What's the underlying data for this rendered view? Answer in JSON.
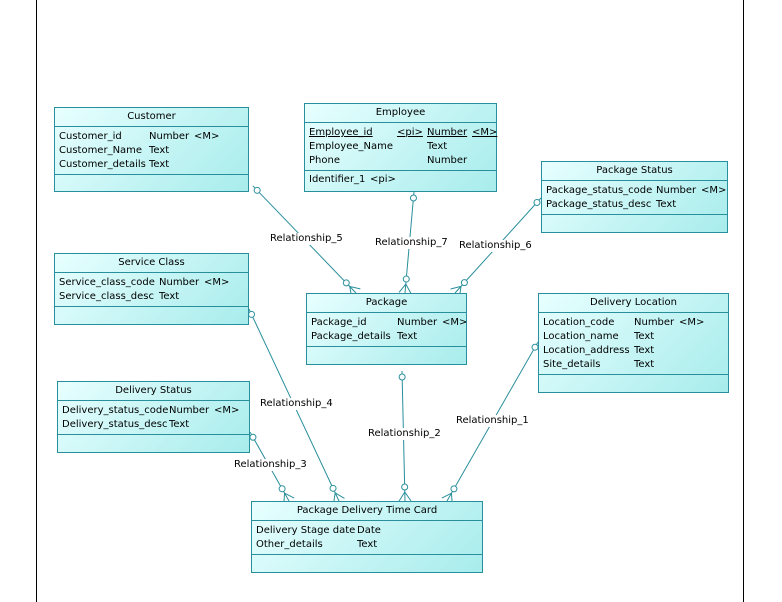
{
  "entities": {
    "customer": {
      "title": "Customer",
      "rows": [
        {
          "name": "Customer_id",
          "type": "Number",
          "tag": "<M>"
        },
        {
          "name": "Customer_Name",
          "type": "Text",
          "tag": ""
        },
        {
          "name": "Customer_details",
          "type": "Text",
          "tag": ""
        }
      ]
    },
    "employee": {
      "title": "Employee",
      "rows": [
        {
          "name": "Employee_id",
          "key": "<pi>",
          "type": "Number",
          "tag": "<M>"
        },
        {
          "name": "Employee_Name",
          "key": "",
          "type": "Text",
          "tag": ""
        },
        {
          "name": "Phone",
          "key": "",
          "type": "Number",
          "tag": ""
        }
      ],
      "identifier": {
        "name": "Identifier_1",
        "key": "<pi>"
      }
    },
    "package_status": {
      "title": "Package Status",
      "rows": [
        {
          "name": "Package_status_code",
          "type": "Number",
          "tag": "<M>"
        },
        {
          "name": "Package_status_desc",
          "type": "Text",
          "tag": ""
        }
      ]
    },
    "service_class": {
      "title": "Service Class",
      "rows": [
        {
          "name": "Service_class_code",
          "type": "Number",
          "tag": "<M>"
        },
        {
          "name": "Service_class_desc",
          "type": "Text",
          "tag": ""
        }
      ]
    },
    "package": {
      "title": "Package",
      "rows": [
        {
          "name": "Package_id",
          "type": "Number",
          "tag": "<M>"
        },
        {
          "name": "Package_details",
          "type": "Text",
          "tag": ""
        }
      ]
    },
    "delivery_location": {
      "title": "Delivery Location",
      "rows": [
        {
          "name": "Location_code",
          "type": "Number",
          "tag": "<M>"
        },
        {
          "name": "Location_name",
          "type": "Text",
          "tag": ""
        },
        {
          "name": "Location_address",
          "type": "Text",
          "tag": ""
        },
        {
          "name": "Site_details",
          "type": "Text",
          "tag": ""
        }
      ]
    },
    "delivery_status": {
      "title": "Delivery Status",
      "rows": [
        {
          "name": "Delivery_status_code",
          "type": "Number",
          "tag": "<M>"
        },
        {
          "name": "Delivery_status_desc",
          "type": "Text",
          "tag": ""
        }
      ]
    },
    "time_card": {
      "title": "Package Delivery Time Card",
      "rows": [
        {
          "name": "Delivery Stage date",
          "type": "Date",
          "tag": ""
        },
        {
          "name": "Other_details",
          "type": "Text",
          "tag": ""
        }
      ]
    }
  },
  "relationships": {
    "r5": "Relationship_5",
    "r7": "Relationship_7",
    "r6": "Relationship_6",
    "r4": "Relationship_4",
    "r2": "Relationship_2",
    "r1": "Relationship_1",
    "r3": "Relationship_3"
  },
  "colors": {
    "entity_border": "#2a8f9c",
    "entity_fill": "#c4f4f4",
    "connector": "#2a8f9c"
  }
}
